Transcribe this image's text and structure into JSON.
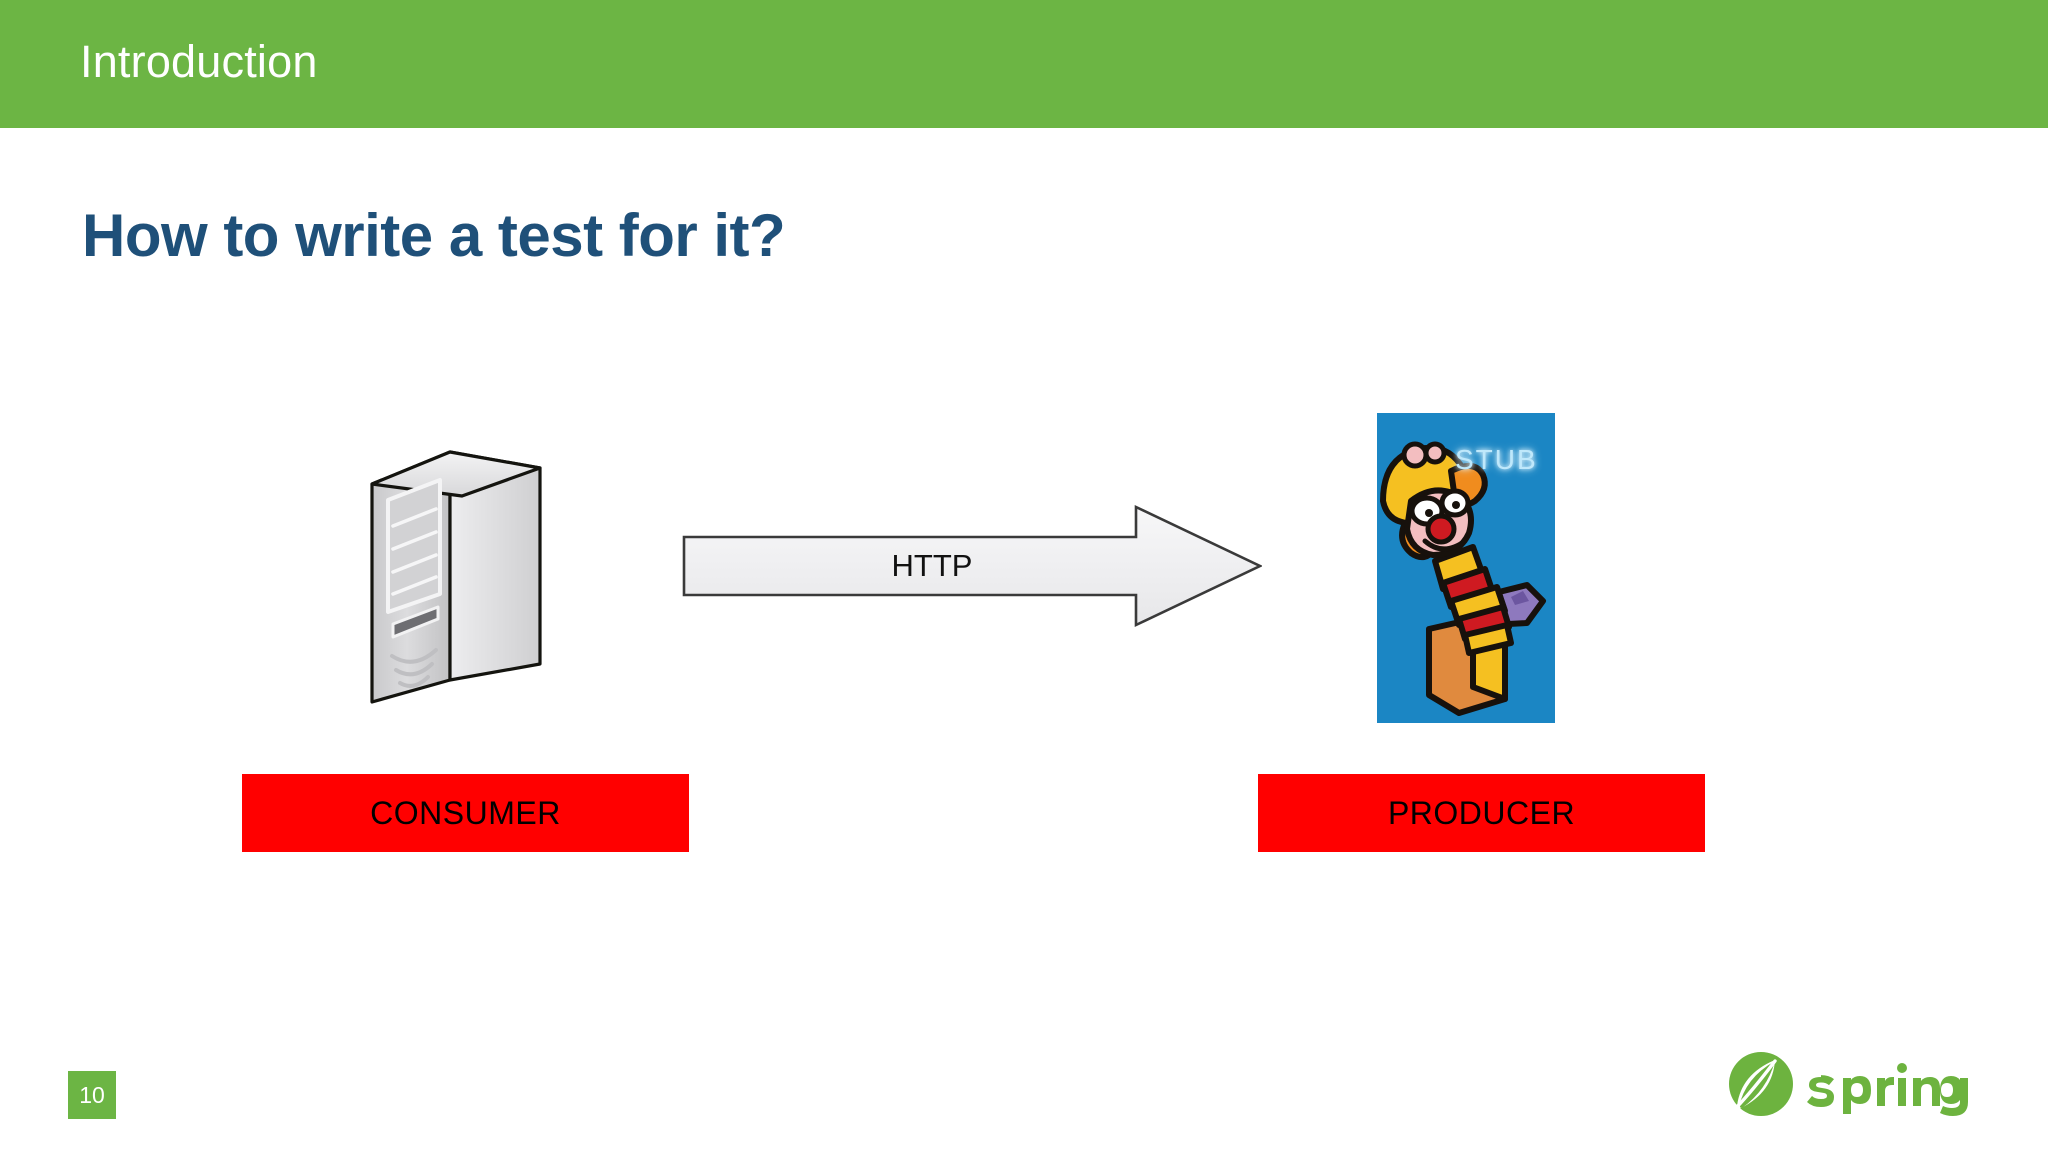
{
  "slide": {
    "section_label": "Introduction",
    "heading": "How to write a test for it?",
    "page_number": "10"
  },
  "diagram": {
    "left_node": {
      "icon": "server-tower-icon",
      "label": "CONSUMER"
    },
    "right_node": {
      "icon": "jack-in-the-box-clown-icon",
      "caption": "STUB",
      "label": "PRODUCER"
    },
    "connector": {
      "type": "block-arrow-right",
      "label": "HTTP"
    }
  },
  "footer": {
    "brand": "spring",
    "brand_icon": "spring-leaf-icon"
  },
  "colors": {
    "header_green": "#6CB544",
    "heading_blue": "#1F5079",
    "label_red": "#FF0000",
    "label_text": "#000000",
    "stub_panel_blue": "#1B86C4",
    "stub_caption": "#BFE8FB",
    "arrow_fill": "#F1F1F1",
    "arrow_stroke": "#3A3A3A",
    "slide_background": "#FFFFFF"
  }
}
